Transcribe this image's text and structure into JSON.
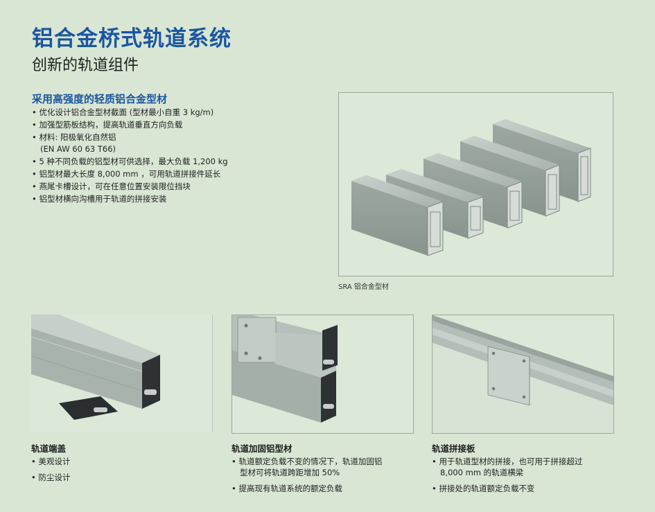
{
  "header": {
    "title": "铝合金桥式轨道系统",
    "subtitle": "创新的轨道组件"
  },
  "features": {
    "heading": "采用高强度的轻质铝合金型材",
    "items": [
      "• 优化设计铝合金型材截面 (型材最小自重 3 kg/m)",
      "• 加强型筋板结构，提高轨道垂直方向负载",
      "• 材料: 阳极氧化自然铝",
      "  (EN AW 60 63 T66)",
      "• 5 种不同负载的铝型材可供选择，最大负载 1,200 kg",
      "• 铝型材最大长度 8,000 mm ，可用轨道拼接件延长",
      "• 燕尾卡槽设计，可在任意位置安装限位挡块",
      "• 铝型材横向沟槽用于轨道的拼接安装"
    ]
  },
  "main_image": {
    "caption": "SRA 铝合金型材"
  },
  "cards": [
    {
      "title": "轨道端盖",
      "items": [
        "• 美观设计",
        "• 防尘设计"
      ]
    },
    {
      "title": "轨道加固铝型材",
      "items": [
        "• 轨道额定负载不变的情况下，轨道加固铝",
        "型材可将轨道跨距增加 50%",
        "• 提高现有轨道系统的额定负载"
      ]
    },
    {
      "title": "轨道拼接板",
      "items": [
        "• 用于轨道型材的拼接，也可用于拼接超过",
        "8,000 mm 的轨道横梁",
        "• 拼接处的轨道额定负载不变"
      ]
    }
  ],
  "colors": {
    "background": "#d9e6d4",
    "title": "#1a56a0",
    "heading": "#1a56a0",
    "aluminum": "#aeb8b2",
    "end_cap": "#2e3234"
  }
}
